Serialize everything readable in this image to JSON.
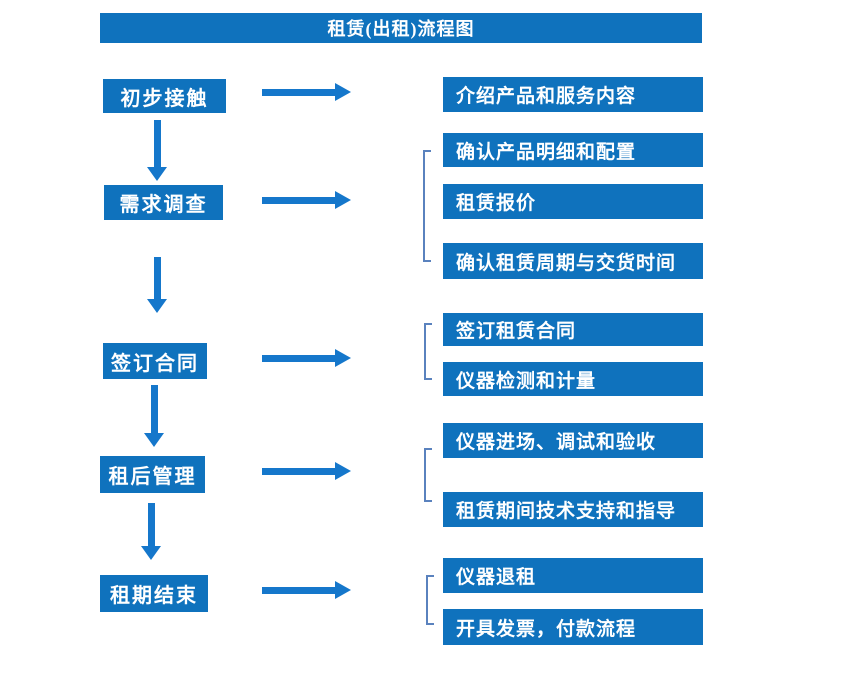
{
  "title": "租赁(出租)流程图",
  "colors": {
    "box": "#0F72BD",
    "arrow": "#1577CB",
    "bracket": "#5A82BE",
    "text": "#FFFFFF",
    "bg": "#FFFFFF"
  },
  "stages": [
    {
      "label": "初步接触",
      "outputs": [
        "介绍产品和服务内容"
      ]
    },
    {
      "label": "需求调查",
      "outputs": [
        "确认产品明细和配置",
        "租赁报价",
        "确认租赁周期与交货时间"
      ]
    },
    {
      "label": "签订合同",
      "outputs": [
        "签订租赁合同",
        "仪器检测和计量"
      ]
    },
    {
      "label": "租后管理",
      "outputs": [
        "仪器进场、调试和验收",
        "租赁期间技术支持和指导"
      ]
    },
    {
      "label": "租期结束",
      "outputs": [
        "仪器退租",
        "开具发票，付款流程"
      ]
    }
  ]
}
